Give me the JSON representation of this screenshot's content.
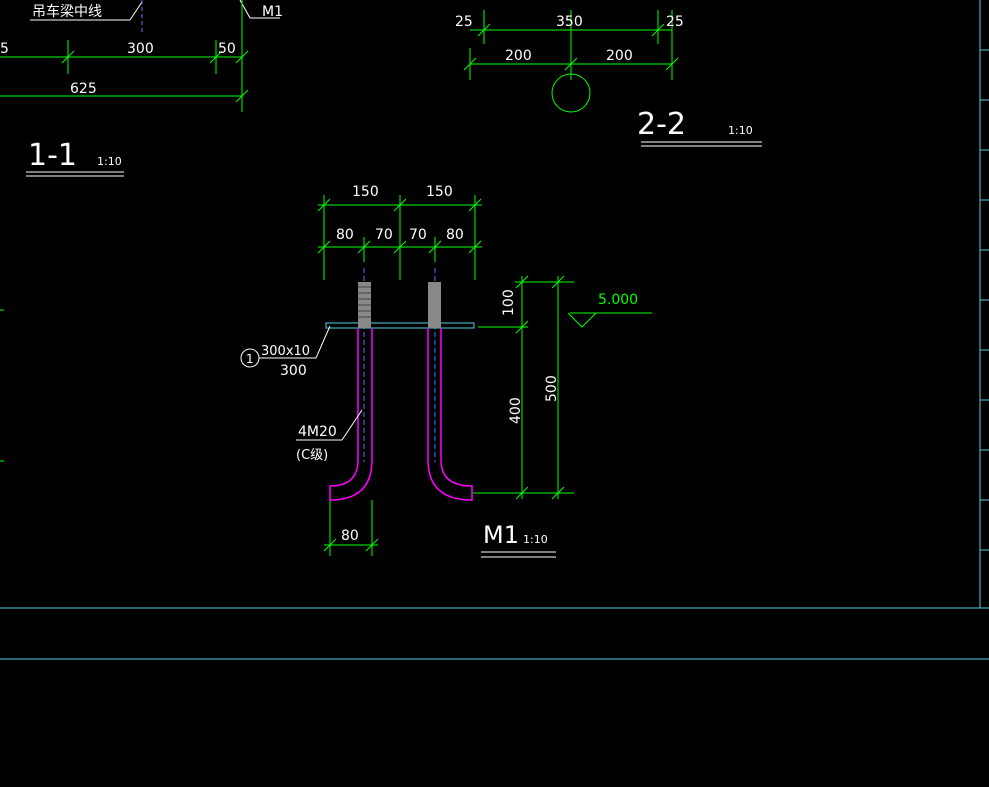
{
  "colors": {
    "background": "#000000",
    "dimension": "#00ff00",
    "text": "#ffffff",
    "anchor_bolt": "#ff00ff",
    "plate": "#4fd1e0",
    "border": "#4fd1e0",
    "thread": "#888888"
  },
  "section_1_1": {
    "label_beam_center": "吊车梁中线",
    "label_m1": "M1",
    "dims": {
      "d5": "5",
      "d300": "300",
      "d50": "50",
      "d625": "625"
    },
    "title": "1-1",
    "scale": "1:10"
  },
  "section_2_2": {
    "dims": {
      "d25a": "25",
      "d350": "350",
      "d25b": "25",
      "d200a": "200",
      "d200b": "200"
    },
    "title": "2-2",
    "scale": "1:10"
  },
  "detail_m1": {
    "dims_top": {
      "d150a": "150",
      "d150b": "150",
      "d80a": "80",
      "d70a": "70",
      "d70b": "70",
      "d80b": "80"
    },
    "dims_right": {
      "d100": "100",
      "d400": "400",
      "d500": "500"
    },
    "elevation": "5.000",
    "plate_callout": {
      "number": "1",
      "size": "300x10",
      "length": "300"
    },
    "bolt_callout": {
      "spec": "4M20",
      "grade": "(C级)"
    },
    "hook_dim": "80",
    "title": "M1",
    "scale": "1:10"
  }
}
